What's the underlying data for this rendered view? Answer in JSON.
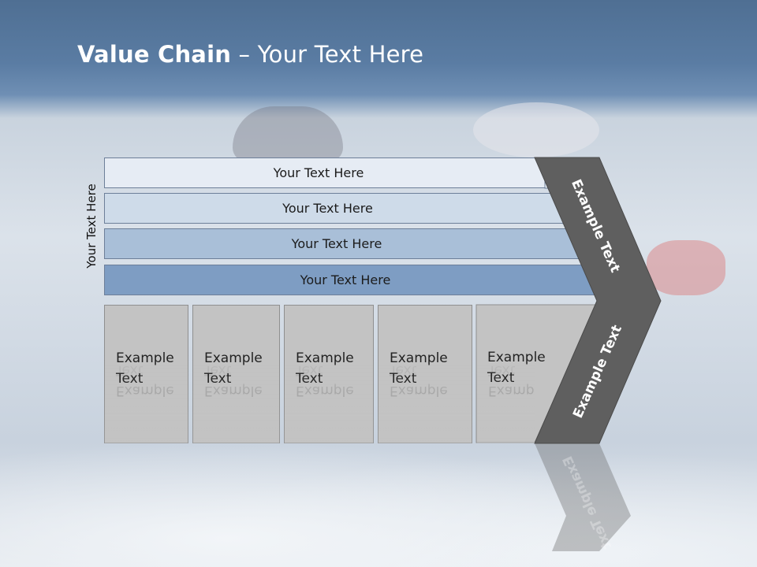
{
  "slide": {
    "title_bold": "Value Chain",
    "title_rest": " – Your Text Here",
    "side_label": "Your Text Here"
  },
  "bars": [
    {
      "label": "Your Text Here",
      "color": "#e6ecf4"
    },
    {
      "label": "Your Text Here",
      "color": "#cedbe9"
    },
    {
      "label": "Your Text Here",
      "color": "#a9bfd8"
    },
    {
      "label": "Your Text Here",
      "color": "#7e9dc3"
    }
  ],
  "boxes": [
    {
      "line1": "Example",
      "line2": "Text"
    },
    {
      "line1": "Example",
      "line2": "Text"
    },
    {
      "line1": "Example",
      "line2": "Text"
    },
    {
      "line1": "Example",
      "line2": "Text"
    },
    {
      "line1": "Example",
      "line2": "Text"
    }
  ],
  "chevron": {
    "upper_label": "Example Text",
    "lower_label": "Example Text",
    "color": "#5f5f5f"
  }
}
